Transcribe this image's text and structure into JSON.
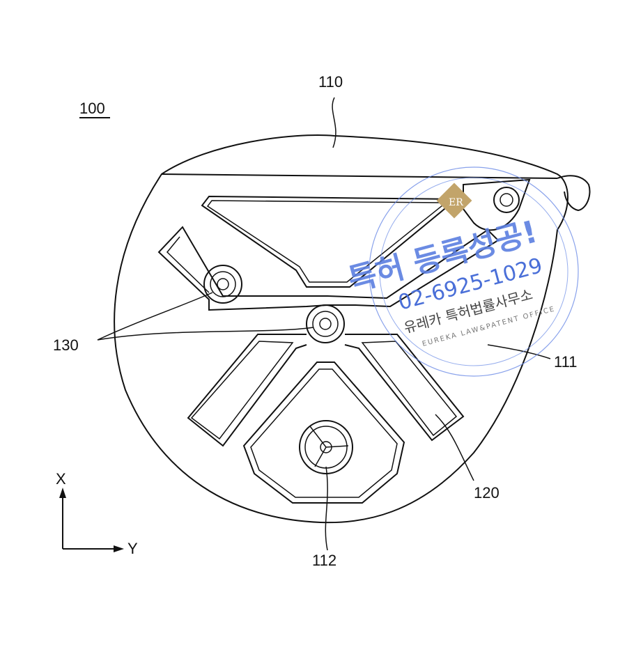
{
  "figure": {
    "ref_assembly": "100",
    "ref_body": "110",
    "ref_sole": "111",
    "ref_weight_port": "112",
    "ref_frame": "120",
    "ref_weights": "130",
    "axis_x": "X",
    "axis_y": "Y"
  },
  "watermark": {
    "logo_letters": "ER",
    "headline": "특허 등록성공!",
    "phone": "02-6925-1029",
    "office_kr": "유레카 특허법률사무소",
    "office_en": "EUREKA LAW&PATENT OFFICE",
    "color": "#4a6fd8"
  }
}
